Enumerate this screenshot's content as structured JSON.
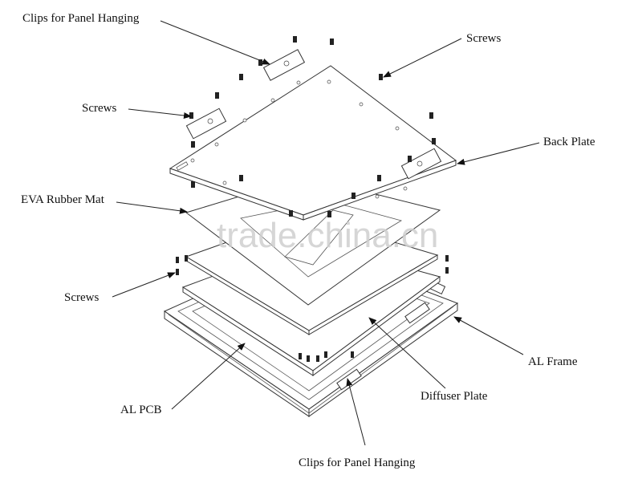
{
  "labels": {
    "clips_top": "Clips for Panel Hanging",
    "screws_top": "Screws",
    "screws_left": "Screws",
    "back_plate": "Back Plate",
    "eva_mat": "EVA Rubber Mat",
    "screws_bottom": "Screws",
    "al_frame": "AL Frame",
    "diffuser_plate": "Diffuser Plate",
    "al_pcb": "AL PCB",
    "clips_bottom": "Clips for Panel Hanging"
  },
  "watermark": "trade.china.cn",
  "colors": {
    "line": "#222222",
    "watermark": "#cfcfcf"
  }
}
